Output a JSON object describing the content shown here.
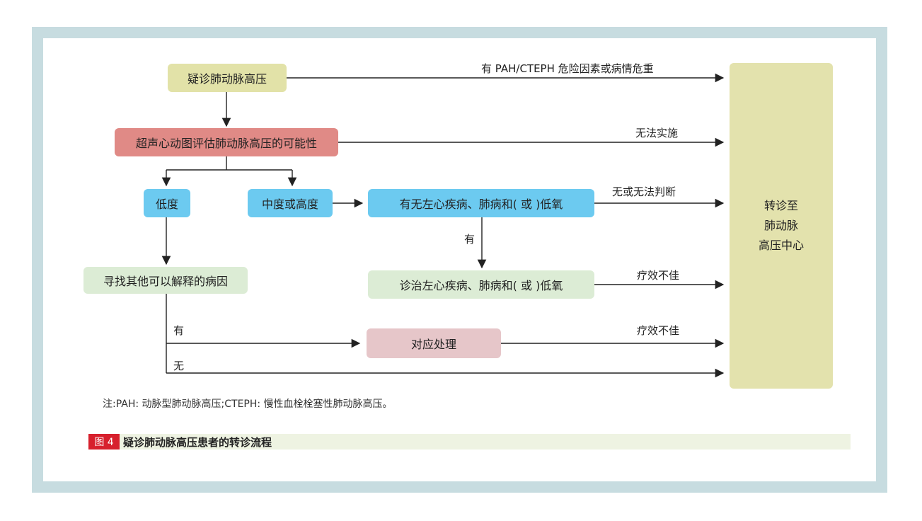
{
  "nodes": {
    "suspected": "疑诊肺动脉高压",
    "echo": "超声心动图评估肺动脉高压的可能性",
    "low": "低度",
    "mid_high": "中度或高度",
    "left_heart_check": "有无左心疾病、肺病和( 或 )低氧",
    "treat_left_heart": "诊治左心疾病、肺病和( 或 )低氧",
    "find_other": "寻找其他可以解释的病因",
    "corresponding": "对应处理",
    "referral_line1": "转诊至",
    "referral_line2": "肺动脉",
    "referral_line3": "高压中心"
  },
  "edge_labels": {
    "risk": "有 PAH/CTEPH 危险因素或病情危重",
    "cannot_perform": "无法实施",
    "none_or_unknown": "无或无法判断",
    "yes_left": "有",
    "poor_effect_1": "疗效不佳",
    "yes_other": "有",
    "poor_effect_2": "疗效不佳",
    "no_other": "无"
  },
  "note": "注:PAH: 动脉型肺动脉高压;CTEPH: 慢性血栓栓塞性肺动脉高压。",
  "caption": {
    "tag": "图 4",
    "title": "疑诊肺动脉高压患者的转诊流程"
  },
  "colors": {
    "frame": "#c7dce0",
    "yellow": "#e2e2a8",
    "red": "#e08a86",
    "blue": "#6ccaf0",
    "green": "#dcecd5",
    "pink": "#e6c6c9",
    "caption_tag": "#d7202d"
  }
}
